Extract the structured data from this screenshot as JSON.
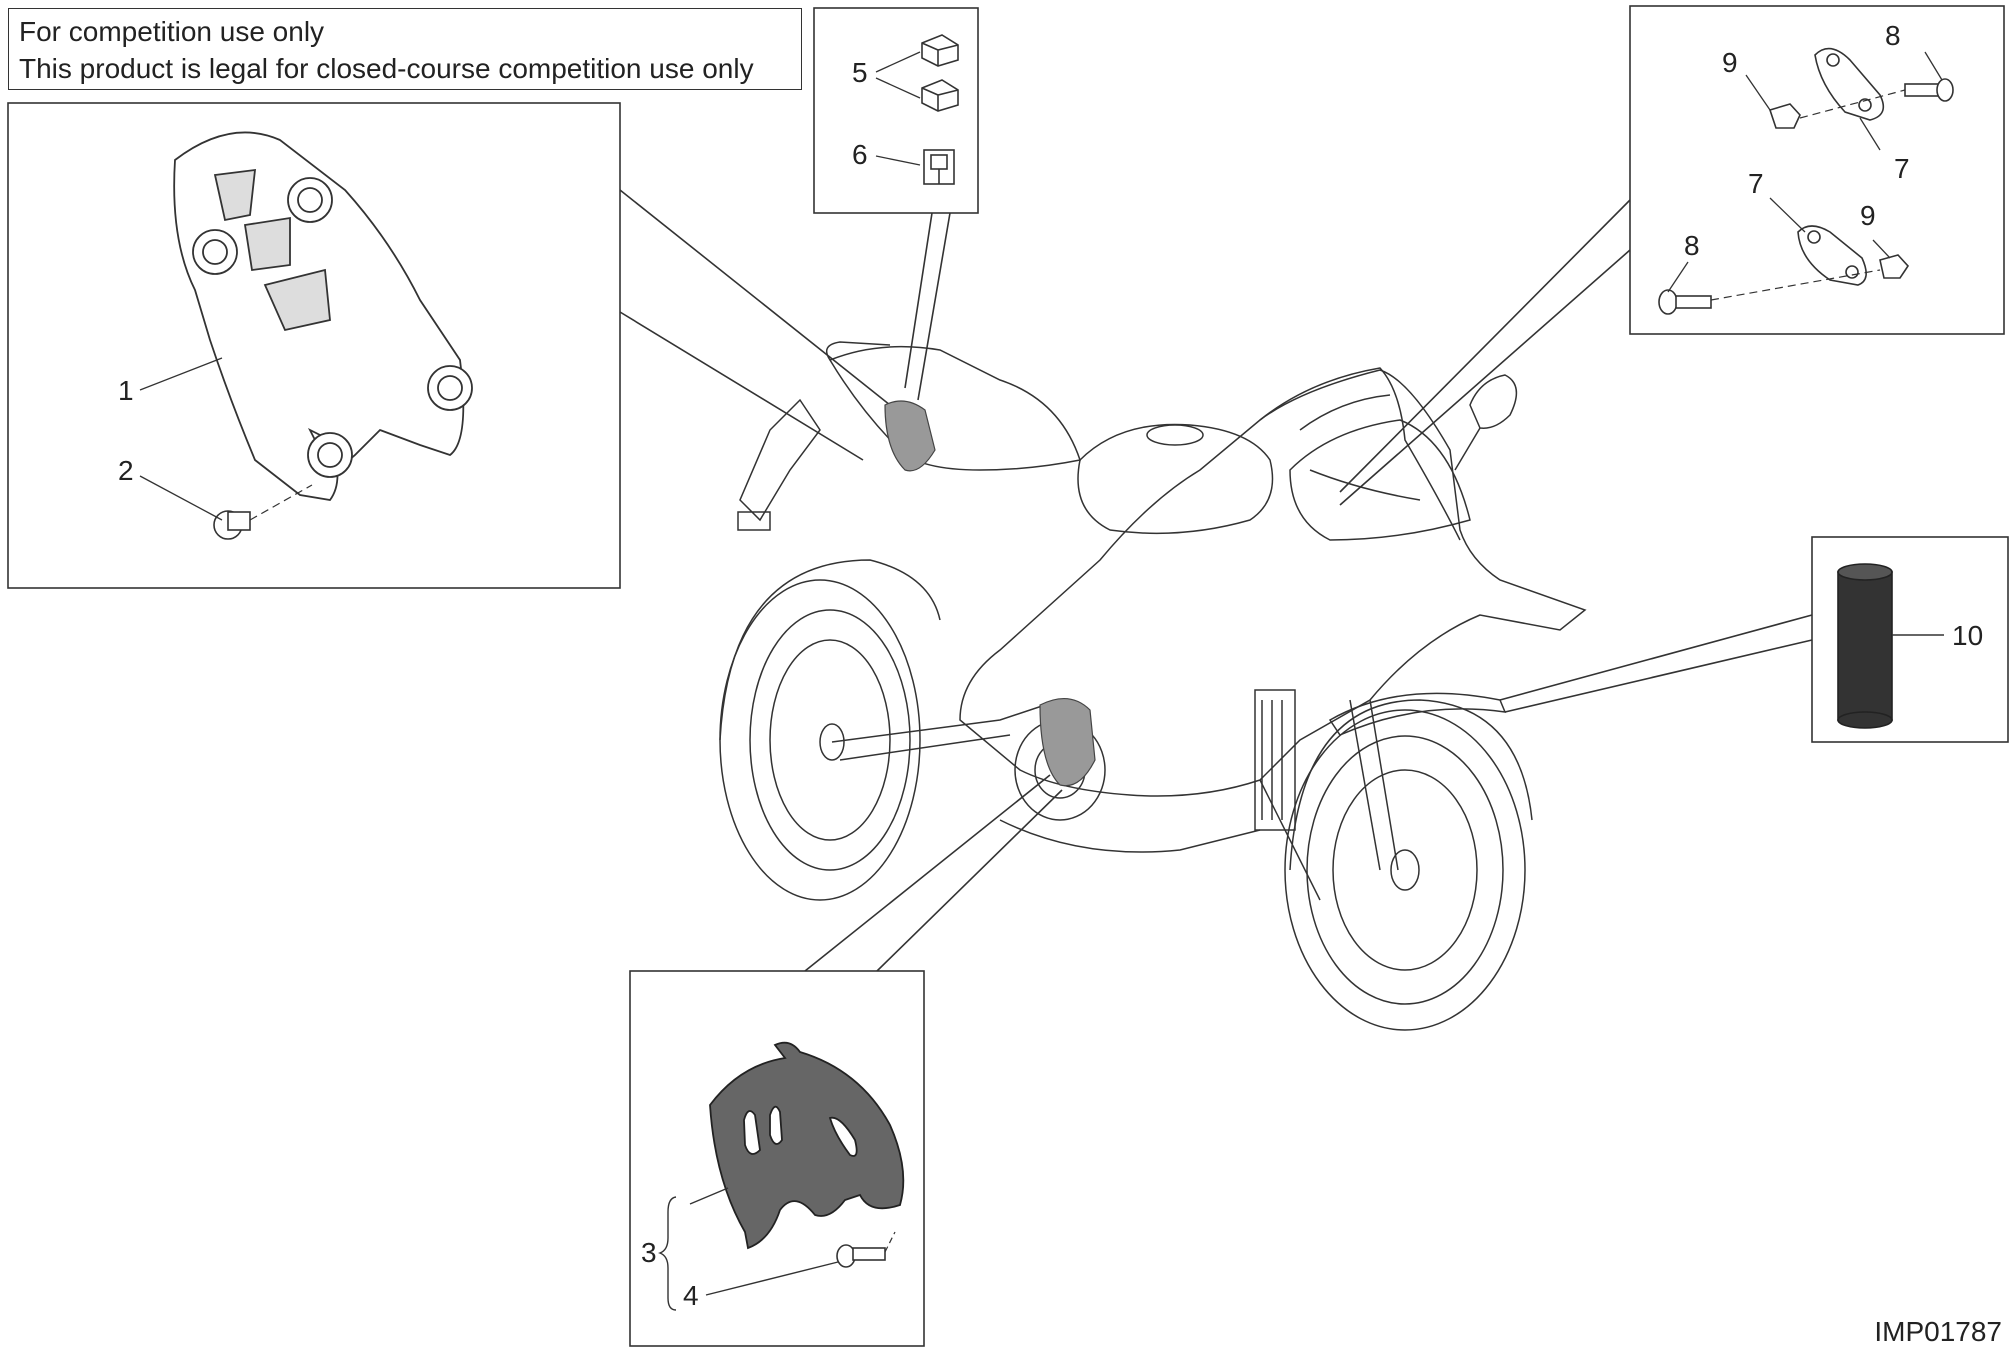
{
  "notice": {
    "line1": "For competition use only",
    "line2": "This product is legal for closed-course competition use only"
  },
  "callouts": {
    "n1": "1",
    "n2": "2",
    "n3": "3",
    "n4": "4",
    "n5": "5",
    "n6": "6",
    "n7a": "7",
    "n7b": "7",
    "n8a": "8",
    "n8b": "8",
    "n9a": "9",
    "n9b": "9",
    "n10": "10"
  },
  "reference_code": "IMP01787",
  "colors": {
    "line": "#333333",
    "part_fill_dark": "#666666",
    "highlight": "#999999"
  }
}
